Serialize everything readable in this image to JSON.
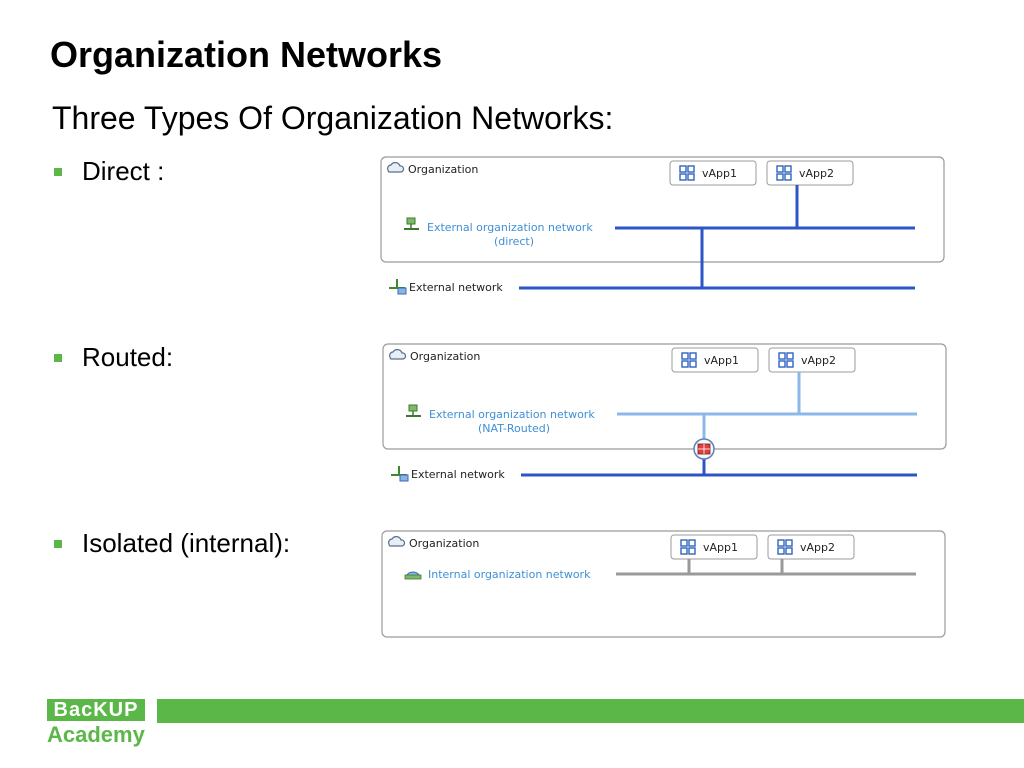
{
  "slide": {
    "title": "Organization Networks",
    "subtitle": "Three Types Of Organization Networks:"
  },
  "bullets": [
    {
      "label": "Direct :"
    },
    {
      "label": "Routed:"
    },
    {
      "label": "Isolated (internal):"
    }
  ],
  "diagrams": [
    {
      "org_label": "Organization",
      "vapp1": "vApp1",
      "vapp2": "vApp2",
      "net_label_1": "External organization network",
      "net_label_2": "(direct)",
      "ext_label": "External network"
    },
    {
      "org_label": "Organization",
      "vapp1": "vApp1",
      "vapp2": "vApp2",
      "net_label_1": "External organization network",
      "net_label_2": "(NAT-Routed)",
      "ext_label": "External network"
    },
    {
      "org_label": "Organization",
      "vapp1": "vApp1",
      "vapp2": "vApp2",
      "net_label_1": "Internal organization network"
    }
  ],
  "colors": {
    "accent_green": "#5bb848",
    "direct_line": "#2c55c6",
    "routed_line": "#8cb7ea",
    "internal_line": "#9a9a9a",
    "link_text": "#3f8fd6"
  },
  "footer": {
    "logo_top": "BacKUP",
    "logo_bottom": "Academy"
  }
}
